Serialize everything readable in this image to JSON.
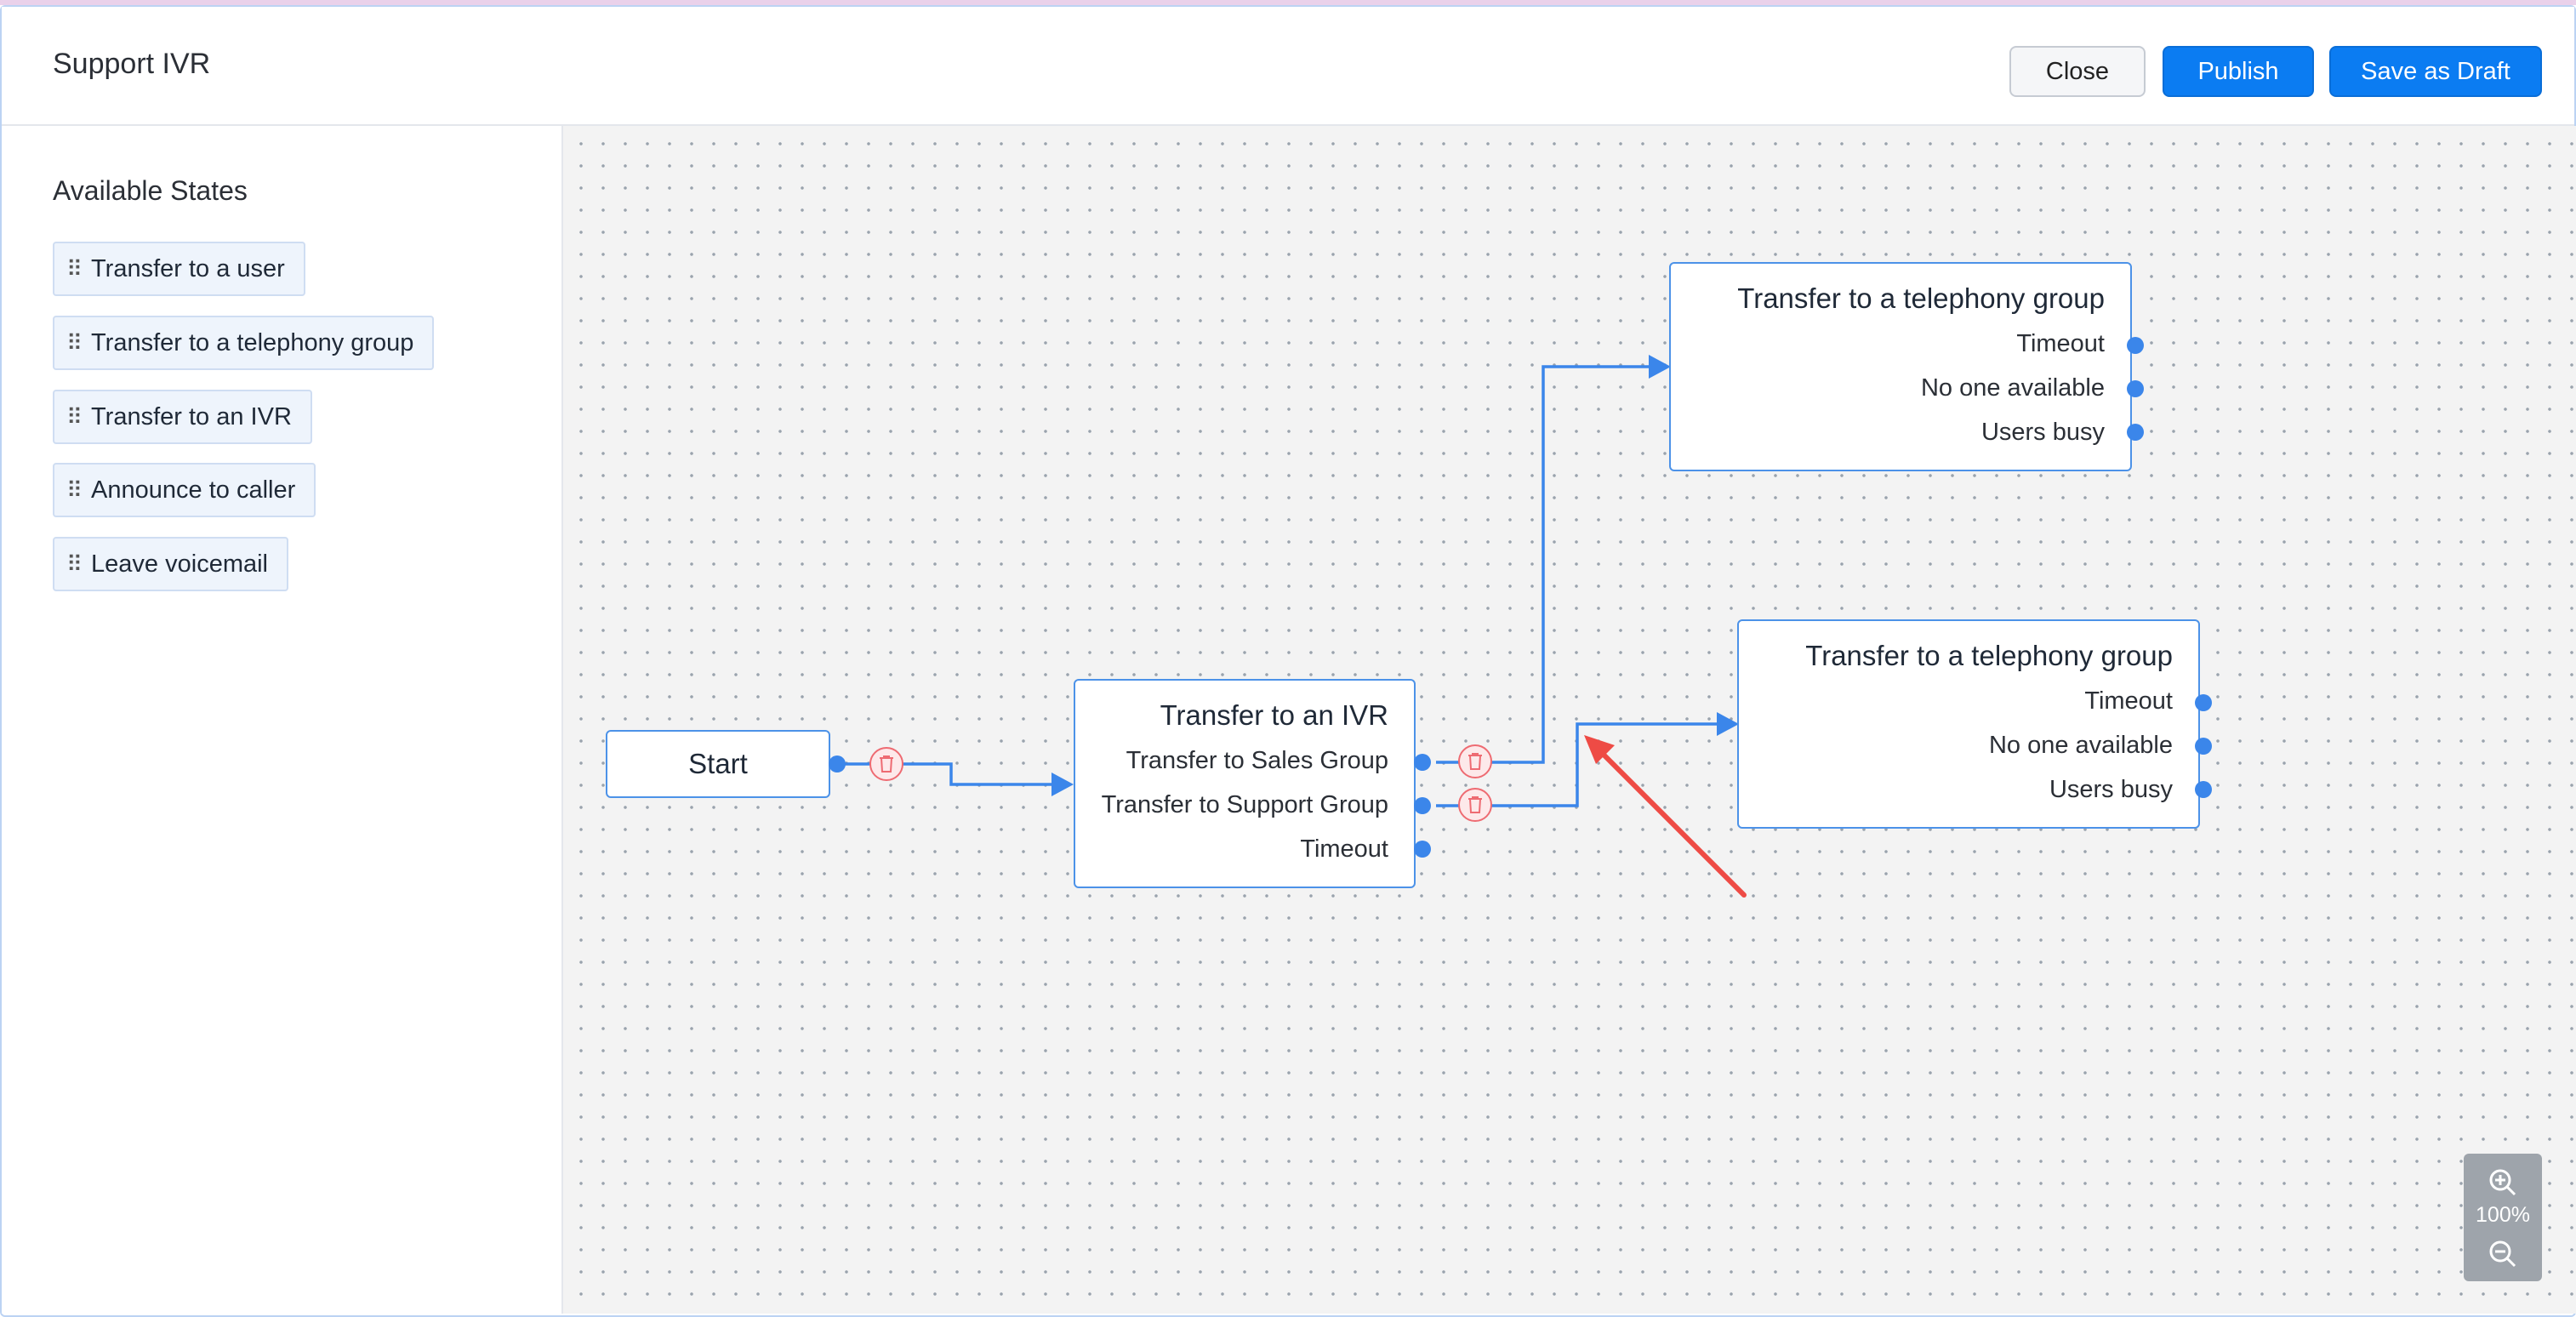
{
  "header": {
    "title": "Support IVR",
    "close_label": "Close",
    "publish_label": "Publish",
    "draft_label": "Save as Draft"
  },
  "sidebar": {
    "title": "Available States",
    "items": [
      {
        "label": "Transfer to a user"
      },
      {
        "label": "Transfer to a telephony group"
      },
      {
        "label": "Transfer to an IVR"
      },
      {
        "label": "Announce to caller"
      },
      {
        "label": "Leave voicemail"
      }
    ]
  },
  "canvas": {
    "start_label": "Start",
    "ivr_node": {
      "title": "Transfer to an IVR",
      "options": [
        "Transfer to Sales Group",
        "Transfer to Support Group",
        "Timeout"
      ]
    },
    "group_node_1": {
      "title": "Transfer to a telephony group",
      "options": [
        "Timeout",
        "No one available",
        "Users busy"
      ]
    },
    "group_node_2": {
      "title": "Transfer to a telephony group",
      "options": [
        "Timeout",
        "No one available",
        "Users busy"
      ]
    }
  },
  "zoom": {
    "level": "100%"
  },
  "colors": {
    "accent": "#0b7cf2",
    "connector": "#3b86ea",
    "delete": "#ee6b72",
    "annotation_arrow": "#ee4b45"
  },
  "icons": [
    "drag-handle-icon",
    "trash-icon",
    "zoom-in-icon",
    "zoom-out-icon"
  ]
}
